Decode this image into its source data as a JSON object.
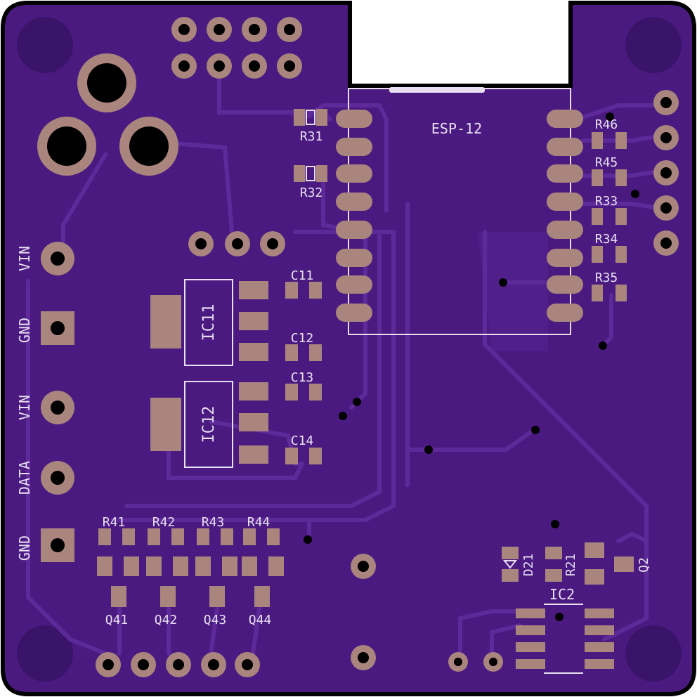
{
  "board": {
    "colors": {
      "soldermask": "#4b1a80",
      "soldermask_dark": "#3a1468",
      "trace": "#5e2a9a",
      "copper_pad": "#a9857d",
      "silkscreen": "#e8e0f2",
      "hole": "#000000",
      "outline": "#000000"
    },
    "module": "ESP-12",
    "edge_labels": [
      "VIN",
      "GND",
      "VIN",
      "DATA",
      "GND"
    ],
    "components": {
      "resistors_esp_left": [
        "R31",
        "R32"
      ],
      "resistors_esp_right": [
        "R46",
        "R45",
        "R33",
        "R34",
        "R35"
      ],
      "capacitors": [
        "C11",
        "C12",
        "C13",
        "C14"
      ],
      "regulators": [
        "IC11",
        "IC12"
      ],
      "resistors_bottom": [
        "R41",
        "R42",
        "R43",
        "R44"
      ],
      "transistors_bottom": [
        "Q41",
        "Q42",
        "Q43",
        "Q44"
      ],
      "driver_ic": "IC2",
      "diode": "D21",
      "resistor_driver": "R21",
      "transistor_driver": "Q2"
    }
  }
}
